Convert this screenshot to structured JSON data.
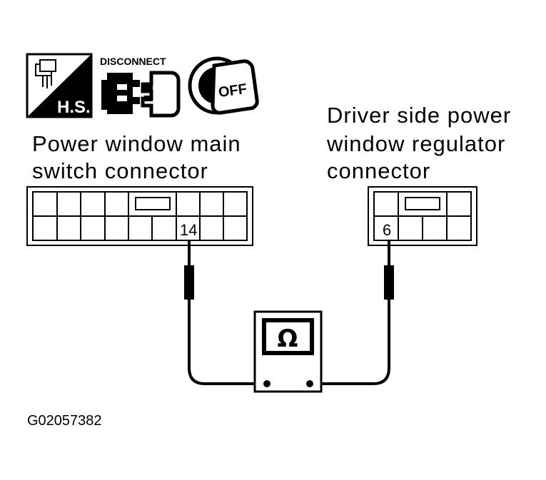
{
  "icons": {
    "hs_label": "H.S.",
    "disconnect_label": "DISCONNECT",
    "off_label": "OFF"
  },
  "labels": {
    "main_switch_line1": "Power window main",
    "main_switch_line2": "switch connector",
    "regulator_line1": "Driver side power",
    "regulator_line2": "window regulator",
    "regulator_line3": "connector"
  },
  "pins": {
    "main_switch_pin": "14",
    "regulator_pin": "6"
  },
  "meter": {
    "symbol": "Ω"
  },
  "figure_code": "G02057382"
}
